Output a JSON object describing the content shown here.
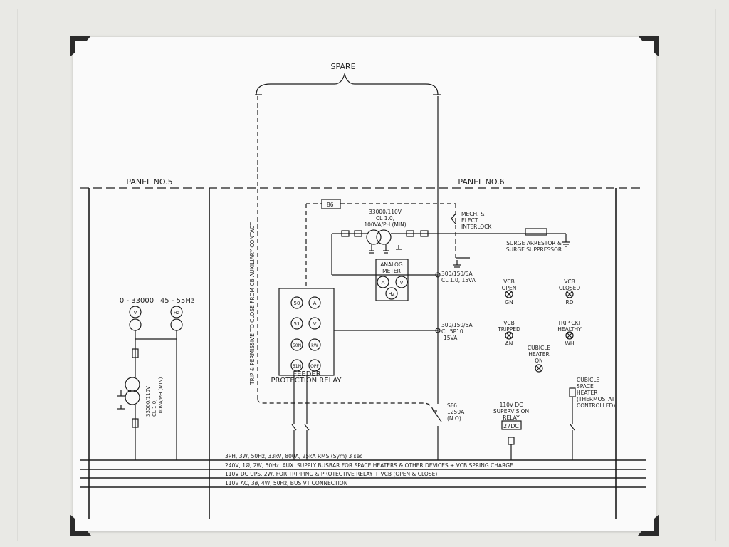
{
  "labels": {
    "spare": "SPARE",
    "panel5": "PANEL NO.5",
    "panel6": "PANEL NO.6",
    "trip_note": "TRIP & PERMISSIVE TO CLOSE FROM CB AUXILIARY CONTACT",
    "relay86": "86",
    "pt_rating_1": "33000/110V",
    "pt_rating_2": "CL 1.0,",
    "pt_rating_3": "100VA/PH (MIN)",
    "interlock_1": "MECH. &",
    "interlock_2": "ELECT.",
    "interlock_3": "INTERLOCK",
    "surge_1": "SURGE ARRESTOR &",
    "surge_2": "SURGE SUPPRESSOR",
    "analog_meter_1": "ANALOG",
    "analog_meter_2": "METER",
    "meter_a": "A",
    "meter_v": "V",
    "meter_hz": "Hz",
    "ct1_1": "300/150/5A",
    "ct1_2": "CL 1.0, 15VA",
    "ct2_1": "300/150/5A",
    "ct2_2": "CL 5P10",
    "ct2_3": "15VA",
    "vcb_open_1": "VCB",
    "vcb_open_2": "OPEN",
    "vcb_open_3": "GN",
    "vcb_closed_1": "VCB",
    "vcb_closed_2": "CLOSED",
    "vcb_closed_3": "RD",
    "vcb_tripped_1": "VCB",
    "vcb_tripped_2": "TRIPPED",
    "vcb_tripped_3": "AN",
    "trip_healthy_1": "TRIP CKT",
    "trip_healthy_2": "HEALTHY",
    "trip_healthy_3": "WH",
    "cubicle_heater_1": "CUBICLE",
    "cubicle_heater_2": "HEATER",
    "cubicle_heater_3": "ON",
    "space_heater_1": "CUBICLE",
    "space_heater_2": "SPACE",
    "space_heater_3": "HEATER",
    "space_heater_4": "(THERMOSTAT",
    "space_heater_5": "CONTROLLED)",
    "relay_functions": [
      "50",
      "A",
      "51",
      "V",
      "50N",
      "kW",
      "51N",
      "OPF"
    ],
    "feeder_relay_1": "FEEDER",
    "feeder_relay_2": "PROTECTION RELAY",
    "voltmeter_range": "0 - 33000",
    "freq_range": "45 - 55Hz",
    "meter_v_left": "V",
    "meter_hz_left": "Hz",
    "pt_left_1": "33000/110V",
    "pt_left_2": "CL 1.0,",
    "pt_left_3": "100VA/PH (MIN)",
    "sf6_1": "SF6",
    "sf6_2": "1250A",
    "sf6_3": "(N.O)",
    "supervision_1": "110V DC",
    "supervision_2": "SUPERVISION",
    "supervision_3": "RELAY",
    "supervision_relay": "27DC",
    "busbar_1": "3PH, 3W, 50Hz, 33kV, 800A, 25kA RMS (Sym) 3 sec",
    "busbar_2": "240V, 1Ø, 2W, 50Hz. AUX. SUPPLY BUSBAR FOR SPACE HEATERS & OTHER DEVICES + VCB SPRING CHARGE",
    "busbar_3": "110V DC UPS, 2W, FOR TRIPPING & PROTECTIVE RELAY + VCB (OPEN & CLOSE)",
    "busbar_4": "110V AC, 3ø, 4W, 50Hz, BUS VT CONNECTION"
  },
  "colors": {
    "line": "#1c1c1c",
    "card": "#fafafa",
    "background": "#e9e9e5",
    "corner": "#2b2b2b"
  },
  "icons": [
    "corner-bracket-icon",
    "lamp-icon",
    "ground-icon",
    "transformer-icon"
  ]
}
